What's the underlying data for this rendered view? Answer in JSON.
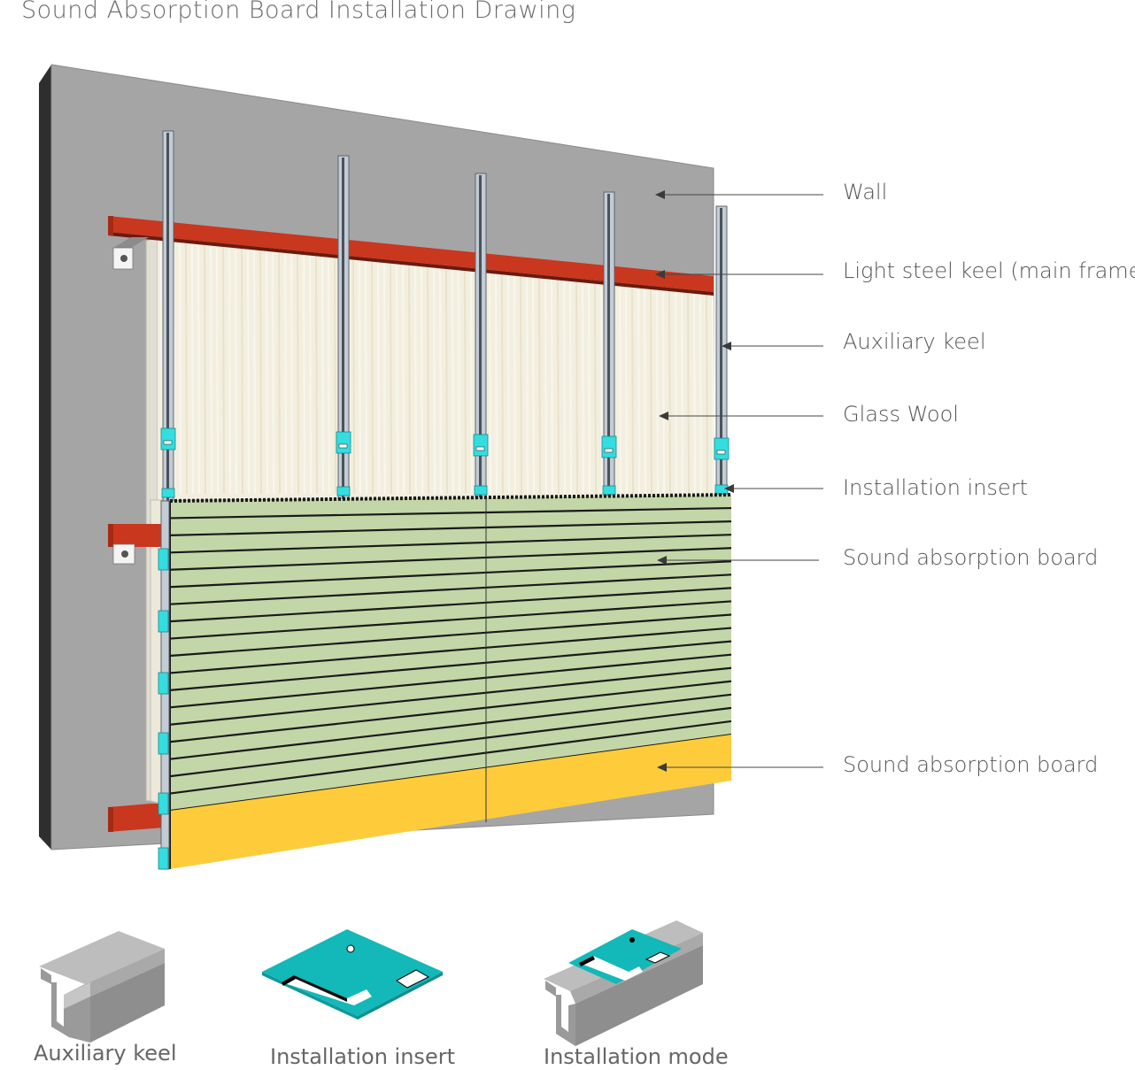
{
  "title": "Sound Absorption Board Installation Drawing",
  "callouts": [
    {
      "id": "wall",
      "label": "Wall"
    },
    {
      "id": "light-steel-keel",
      "label": "Light steel keel (main frame)"
    },
    {
      "id": "auxiliary-keel",
      "label": "Auxiliary keel"
    },
    {
      "id": "glass-wool",
      "label": "Glass Wool"
    },
    {
      "id": "installation-insert",
      "label": "Installation insert"
    },
    {
      "id": "sound-absorption-board-slotted",
      "label": "Sound absorption board"
    },
    {
      "id": "sound-absorption-board-plain",
      "label": "Sound absorption board"
    }
  ],
  "details": [
    {
      "id": "auxiliary-keel",
      "caption": "Auxiliary keel"
    },
    {
      "id": "installation-insert",
      "caption": "Installation insert"
    },
    {
      "id": "installation-mode",
      "caption": "Installation mode"
    }
  ],
  "colors": {
    "wall_face": "#a5a5a5",
    "wall_side": "#2e2e2e",
    "main_keel": "#c9371e",
    "main_keel_dark": "#6b1a0e",
    "glass_wool": "#f3efe0",
    "auxiliary_keel": "#9aa3ad",
    "insert": "#33dde0",
    "insert_detail": "#13b8b8",
    "board_slotted": "#c3d6a8",
    "board_plain": "#fecc3a",
    "leader_line": "#444444"
  }
}
